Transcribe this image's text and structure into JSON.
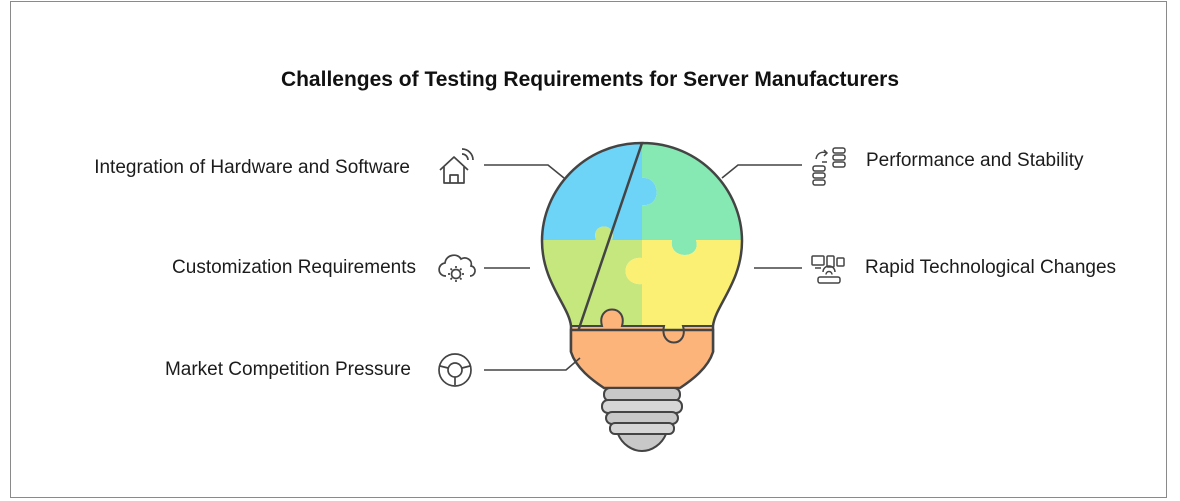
{
  "title": "Challenges of Testing Requirements for Server Manufacturers",
  "left_items": [
    {
      "label": "Integration of Hardware and Software",
      "icon": "smart-home-icon"
    },
    {
      "label": "Customization Requirements",
      "icon": "cloud-gear-icon"
    },
    {
      "label": "Market Competition Pressure",
      "icon": "target-circle-icon"
    }
  ],
  "right_items": [
    {
      "label": "Performance and Stability",
      "icon": "server-sync-icon"
    },
    {
      "label": "Rapid Technological Changes",
      "icon": "network-devices-icon"
    }
  ],
  "colors": {
    "blue": "#6dd3f7",
    "green": "#86e8b2",
    "lime": "#c6e67e",
    "yellow": "#fbef74",
    "orange": "#fdb47a",
    "screw": "#c8c8c8",
    "outline": "#444444"
  }
}
